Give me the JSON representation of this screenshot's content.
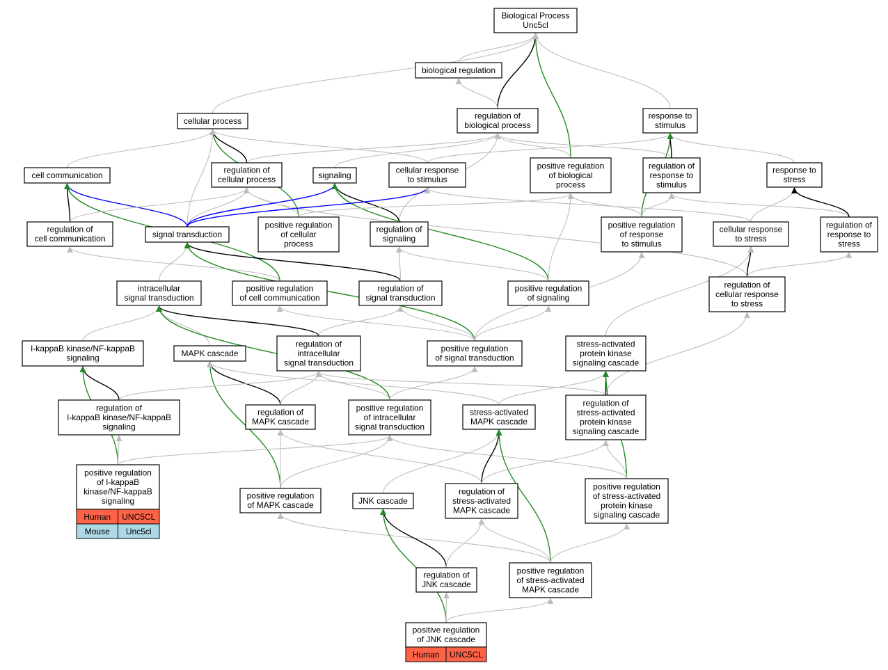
{
  "diagram": {
    "type": "go-term-graph",
    "colors": {
      "gray_edge": "#bdbdbd",
      "black_edge": "#000000",
      "green_edge": "#228b22",
      "blue_edge": "#0000ff",
      "human_fill": "#ff6347",
      "mouse_fill": "#add8e6"
    },
    "nodes": [
      {
        "id": "bp",
        "lines": [
          "Biological Process",
          "Unc5cl"
        ]
      },
      {
        "id": "bioreg",
        "lines": [
          "biological regulation"
        ]
      },
      {
        "id": "cellproc",
        "lines": [
          "cellular process"
        ]
      },
      {
        "id": "regbio",
        "lines": [
          "regulation of",
          "biological process"
        ]
      },
      {
        "id": "respstim",
        "lines": [
          "response to",
          "stimulus"
        ]
      },
      {
        "id": "cellcomm",
        "lines": [
          "cell communication"
        ]
      },
      {
        "id": "regcellproc",
        "lines": [
          "regulation of",
          "cellular process"
        ]
      },
      {
        "id": "signaling",
        "lines": [
          "signaling"
        ]
      },
      {
        "id": "cellrespstim",
        "lines": [
          "cellular response",
          "to stimulus"
        ]
      },
      {
        "id": "posregbio",
        "lines": [
          "positive regulation",
          "of biological",
          "process"
        ]
      },
      {
        "id": "regrespstim",
        "lines": [
          "regulation of",
          "response to",
          "stimulus"
        ]
      },
      {
        "id": "respstress",
        "lines": [
          "response to",
          "stress"
        ]
      },
      {
        "id": "regcellcomm",
        "lines": [
          "regulation of",
          "cell communication"
        ]
      },
      {
        "id": "sigtrans",
        "lines": [
          "signal transduction"
        ]
      },
      {
        "id": "posregcellproc",
        "lines": [
          "positive regulation",
          "of cellular",
          "process"
        ]
      },
      {
        "id": "regsig",
        "lines": [
          "regulation of",
          "signaling"
        ]
      },
      {
        "id": "posregrespstim",
        "lines": [
          "positive regulation",
          "of response",
          "to stimulus"
        ]
      },
      {
        "id": "cellrespstress",
        "lines": [
          "cellular response",
          "to stress"
        ]
      },
      {
        "id": "regresptostress",
        "lines": [
          "regulation of",
          "response to",
          "stress"
        ]
      },
      {
        "id": "intrasig",
        "lines": [
          "intracellular",
          "signal transduction"
        ]
      },
      {
        "id": "posregcellcomm",
        "lines": [
          "positive regulation",
          "of cell communication"
        ]
      },
      {
        "id": "regsigtrans",
        "lines": [
          "regulation of",
          "signal transduction"
        ]
      },
      {
        "id": "posregsignaling",
        "lines": [
          "positive regulation",
          "of signaling"
        ]
      },
      {
        "id": "regcellrespstress",
        "lines": [
          "regulation of",
          "cellular response",
          "to stress"
        ]
      },
      {
        "id": "ikk",
        "lines": [
          "I-kappaB kinase/NF-kappaB",
          "signaling"
        ]
      },
      {
        "id": "mapk",
        "lines": [
          "MAPK cascade"
        ]
      },
      {
        "id": "regintrasig",
        "lines": [
          "regulation of",
          "intracellular",
          "signal transduction"
        ]
      },
      {
        "id": "posregsigtrans",
        "lines": [
          "positive regulation",
          "of signal transduction"
        ]
      },
      {
        "id": "sapk",
        "lines": [
          "stress-activated",
          "protein kinase",
          "signaling cascade"
        ]
      },
      {
        "id": "regikk",
        "lines": [
          "regulation of",
          "I-kappaB kinase/NF-kappaB",
          "signaling"
        ]
      },
      {
        "id": "regmapk",
        "lines": [
          "regulation of",
          "MAPK cascade"
        ]
      },
      {
        "id": "posregintrasig",
        "lines": [
          "positive regulation",
          "of intracellular",
          "signal transduction"
        ]
      },
      {
        "id": "samapk",
        "lines": [
          "stress-activated",
          "MAPK cascade"
        ]
      },
      {
        "id": "regsapk",
        "lines": [
          "regulation of",
          "stress-activated",
          "protein kinase",
          "signaling cascade"
        ]
      },
      {
        "id": "posregikk",
        "lines": [
          "positive regulation",
          "of I-kappaB",
          "kinase/NF-kappaB",
          "signaling"
        ]
      },
      {
        "id": "posregmapk",
        "lines": [
          "positive regulation",
          "of MAPK cascade"
        ]
      },
      {
        "id": "jnk",
        "lines": [
          "JNK cascade"
        ]
      },
      {
        "id": "regsamapk",
        "lines": [
          "regulation of",
          "stress-activated",
          "MAPK cascade"
        ]
      },
      {
        "id": "posregsapk",
        "lines": [
          "positive regulation",
          "of stress-activated",
          "protein kinase",
          "signaling cascade"
        ]
      },
      {
        "id": "regjnk",
        "lines": [
          "regulation of",
          "JNK cascade"
        ]
      },
      {
        "id": "posregsamapk",
        "lines": [
          "positive regulation",
          "of stress-activated",
          "MAPK cascade"
        ]
      },
      {
        "id": "posregjnk",
        "lines": [
          "positive regulation",
          "of JNK cascade"
        ]
      }
    ],
    "annotations": [
      {
        "node": "posregikk",
        "rows": [
          {
            "species": "Human",
            "gene": "UNC5CL",
            "color": "#ff6347"
          },
          {
            "species": "Mouse",
            "gene": "Unc5cl",
            "color": "#add8e6"
          }
        ]
      },
      {
        "node": "posregjnk",
        "rows": [
          {
            "species": "Human",
            "gene": "UNC5CL",
            "color": "#ff6347"
          }
        ]
      }
    ],
    "edges": [
      {
        "from": "bioreg",
        "to": "bp",
        "color": "gray"
      },
      {
        "from": "cellproc",
        "to": "bp",
        "color": "gray"
      },
      {
        "from": "regbio",
        "to": "bp",
        "color": "black"
      },
      {
        "from": "posregbio",
        "to": "bp",
        "color": "green"
      },
      {
        "from": "respstim",
        "to": "bp",
        "color": "gray"
      },
      {
        "from": "regbio",
        "to": "bioreg",
        "color": "gray"
      },
      {
        "from": "cellcomm",
        "to": "cellproc",
        "color": "gray"
      },
      {
        "from": "regcellproc",
        "to": "cellproc",
        "color": "black"
      },
      {
        "from": "posregcellproc",
        "to": "cellproc",
        "color": "green"
      },
      {
        "from": "cellrespstim",
        "to": "cellproc",
        "color": "gray"
      },
      {
        "from": "sigtrans",
        "to": "cellproc",
        "color": "gray"
      },
      {
        "from": "regcellproc",
        "to": "regbio",
        "color": "gray"
      },
      {
        "from": "signaling",
        "to": "regbio",
        "color": "gray"
      },
      {
        "from": "posregbio",
        "to": "regbio",
        "color": "gray"
      },
      {
        "from": "regrespstim",
        "to": "regbio",
        "color": "gray"
      },
      {
        "from": "regsig",
        "to": "regbio",
        "color": "gray"
      },
      {
        "from": "cellrespstim",
        "to": "respstim",
        "color": "gray"
      },
      {
        "from": "regrespstim",
        "to": "respstim",
        "color": "black"
      },
      {
        "from": "respstress",
        "to": "respstim",
        "color": "gray"
      },
      {
        "from": "posregrespstim",
        "to": "respstim",
        "color": "green"
      },
      {
        "from": "regcellcomm",
        "to": "cellcomm",
        "color": "black"
      },
      {
        "from": "sigtrans",
        "to": "cellcomm",
        "color": "blue"
      },
      {
        "from": "posregcellcomm",
        "to": "cellcomm",
        "color": "green"
      },
      {
        "from": "regcellcomm",
        "to": "regcellproc",
        "color": "gray"
      },
      {
        "from": "posregcellproc",
        "to": "regcellproc",
        "color": "gray"
      },
      {
        "from": "sigtrans",
        "to": "regcellproc",
        "color": "gray"
      },
      {
        "from": "regcellrespstress",
        "to": "regcellproc",
        "color": "gray"
      },
      {
        "from": "sigtrans",
        "to": "signaling",
        "color": "blue"
      },
      {
        "from": "regsig",
        "to": "signaling",
        "color": "black"
      },
      {
        "from": "posregsignaling",
        "to": "signaling",
        "color": "green"
      },
      {
        "from": "sigtrans",
        "to": "cellrespstim",
        "color": "blue"
      },
      {
        "from": "cellrespstress",
        "to": "cellrespstim",
        "color": "gray"
      },
      {
        "from": "posregcellproc",
        "to": "posregbio",
        "color": "gray"
      },
      {
        "from": "posregrespstim",
        "to": "posregbio",
        "color": "gray"
      },
      {
        "from": "posregsignaling",
        "to": "posregbio",
        "color": "gray"
      },
      {
        "from": "posregrespstim",
        "to": "regrespstim",
        "color": "gray"
      },
      {
        "from": "regresptostress",
        "to": "regrespstim",
        "color": "gray"
      },
      {
        "from": "cellrespstress",
        "to": "respstress",
        "color": "gray"
      },
      {
        "from": "regresptostress",
        "to": "respstress",
        "color": "black"
      },
      {
        "from": "posregcellcomm",
        "to": "regcellcomm",
        "color": "gray"
      },
      {
        "from": "intrasig",
        "to": "sigtrans",
        "color": "gray"
      },
      {
        "from": "regsigtrans",
        "to": "sigtrans",
        "color": "black"
      },
      {
        "from": "posregsigtrans",
        "to": "sigtrans",
        "color": "green"
      },
      {
        "from": "regsigtrans",
        "to": "regsig",
        "color": "gray"
      },
      {
        "from": "posregsignaling",
        "to": "regsig",
        "color": "gray"
      },
      {
        "from": "posregsigtrans",
        "to": "posregrespstim",
        "color": "gray"
      },
      {
        "from": "regcellrespstress",
        "to": "cellrespstress",
        "color": "black"
      },
      {
        "from": "sapk",
        "to": "cellrespstress",
        "color": "gray"
      },
      {
        "from": "regcellrespstress",
        "to": "regresptostress",
        "color": "gray"
      },
      {
        "from": "ikk",
        "to": "intrasig",
        "color": "gray"
      },
      {
        "from": "mapk",
        "to": "intrasig",
        "color": "gray"
      },
      {
        "from": "regintrasig",
        "to": "intrasig",
        "color": "black"
      },
      {
        "from": "posregintrasig",
        "to": "intrasig",
        "color": "green"
      },
      {
        "from": "posregsigtrans",
        "to": "posregcellcomm",
        "color": "gray"
      },
      {
        "from": "regintrasig",
        "to": "regsigtrans",
        "color": "gray"
      },
      {
        "from": "posregsigtrans",
        "to": "regsigtrans",
        "color": "gray"
      },
      {
        "from": "posregsigtrans",
        "to": "posregsignaling",
        "color": "gray"
      },
      {
        "from": "regsapk",
        "to": "regcellrespstress",
        "color": "gray"
      },
      {
        "from": "regikk",
        "to": "ikk",
        "color": "black"
      },
      {
        "from": "posregikk",
        "to": "ikk",
        "color": "green"
      },
      {
        "from": "regmapk",
        "to": "mapk",
        "color": "black"
      },
      {
        "from": "posregmapk",
        "to": "mapk",
        "color": "green"
      },
      {
        "from": "samapk",
        "to": "mapk",
        "color": "gray"
      },
      {
        "from": "regikk",
        "to": "regintrasig",
        "color": "gray"
      },
      {
        "from": "regmapk",
        "to": "regintrasig",
        "color": "gray"
      },
      {
        "from": "posregintrasig",
        "to": "regintrasig",
        "color": "gray"
      },
      {
        "from": "regsapk",
        "to": "regintrasig",
        "color": "gray"
      },
      {
        "from": "posregintrasig",
        "to": "posregsigtrans",
        "color": "gray"
      },
      {
        "from": "samapk",
        "to": "sapk",
        "color": "gray"
      },
      {
        "from": "regsapk",
        "to": "sapk",
        "color": "black"
      },
      {
        "from": "posregsapk",
        "to": "sapk",
        "color": "green"
      },
      {
        "from": "posregikk",
        "to": "regikk",
        "color": "gray"
      },
      {
        "from": "posregmapk",
        "to": "regmapk",
        "color": "gray"
      },
      {
        "from": "regsamapk",
        "to": "regmapk",
        "color": "gray"
      },
      {
        "from": "posregikk",
        "to": "posregintrasig",
        "color": "gray"
      },
      {
        "from": "posregmapk",
        "to": "posregintrasig",
        "color": "gray"
      },
      {
        "from": "posregsapk",
        "to": "posregintrasig",
        "color": "gray"
      },
      {
        "from": "jnk",
        "to": "samapk",
        "color": "gray"
      },
      {
        "from": "regsamapk",
        "to": "samapk",
        "color": "black"
      },
      {
        "from": "posregsamapk",
        "to": "samapk",
        "color": "green"
      },
      {
        "from": "regsamapk",
        "to": "regsapk",
        "color": "gray"
      },
      {
        "from": "posregsapk",
        "to": "regsapk",
        "color": "gray"
      },
      {
        "from": "posregsamapk",
        "to": "posregmapk",
        "color": "gray"
      },
      {
        "from": "regjnk",
        "to": "jnk",
        "color": "black"
      },
      {
        "from": "posregjnk",
        "to": "jnk",
        "color": "green"
      },
      {
        "from": "regjnk",
        "to": "regsamapk",
        "color": "gray"
      },
      {
        "from": "posregsamapk",
        "to": "regsamapk",
        "color": "gray"
      },
      {
        "from": "posregsamapk",
        "to": "posregsapk",
        "color": "gray"
      },
      {
        "from": "posregjnk",
        "to": "regjnk",
        "color": "gray"
      },
      {
        "from": "posregjnk",
        "to": "posregsamapk",
        "color": "gray"
      }
    ]
  }
}
